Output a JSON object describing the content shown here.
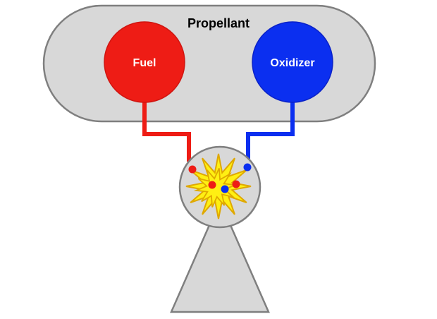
{
  "diagram": {
    "title": "Propellant",
    "fuel": {
      "label": "Fuel"
    },
    "oxidizer": {
      "label": "Oxidizer"
    },
    "colors": {
      "fuel": "#ee1c15",
      "fuel_stroke": "#d01510",
      "oxidizer": "#0b2ff0",
      "oxidizer_stroke": "#0a22c8",
      "tank_fill": "#d8d8d8",
      "tank_stroke": "#7f7f7f",
      "explosion_fill": "#fff013",
      "explosion_stroke": "#dfa800",
      "title_color": "#000000",
      "label_color": "#ffffff"
    }
  }
}
